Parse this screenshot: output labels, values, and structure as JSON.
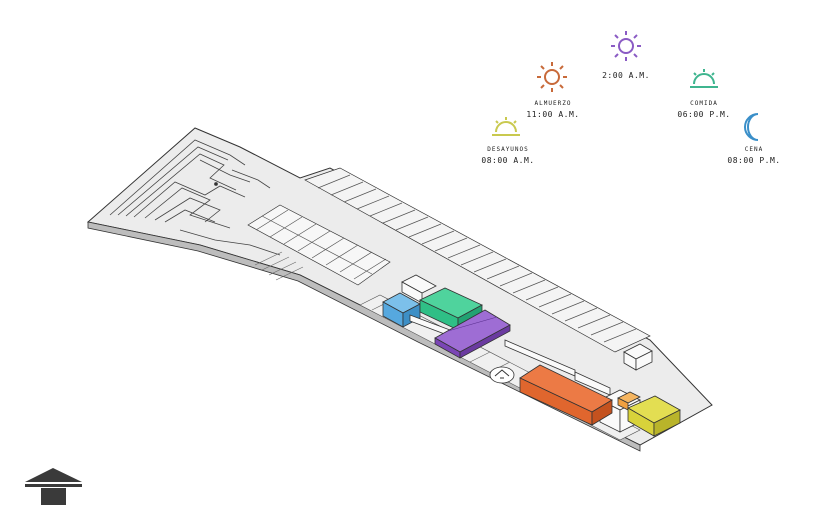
{
  "schedule": [
    {
      "id": "desayunos",
      "name": "DESAYUNOS",
      "time": "08:00 A.M.",
      "icon": "sunrise-icon",
      "color": "#c9c94f"
    },
    {
      "id": "almuerzo",
      "name": "ALMUERZO",
      "time": "11:00 A.M.",
      "icon": "sun-icon",
      "color": "#c86a3a"
    },
    {
      "id": "dos-am",
      "name": "",
      "time": "2:00 A.M.",
      "icon": "sun-icon",
      "color": "#8a5bc4"
    },
    {
      "id": "comida",
      "name": "COMIDA",
      "time": "06:00 P.M.",
      "icon": "sunset-icon",
      "color": "#3fb58f"
    },
    {
      "id": "cena",
      "name": "CENA",
      "time": "08:00 P.M.",
      "icon": "moon-icon",
      "color": "#3a8fc9"
    }
  ],
  "colors": {
    "outline": "#333333",
    "ground": "#e9e9e9",
    "blue_block": "#56a8df",
    "green_block": "#2fbf86",
    "purple_block": "#8e58c8",
    "orange_block": "#e0662e",
    "yellow_block": "#d8d23a",
    "small_orange": "#f0a040",
    "north_marker": "#3a3a3a"
  }
}
